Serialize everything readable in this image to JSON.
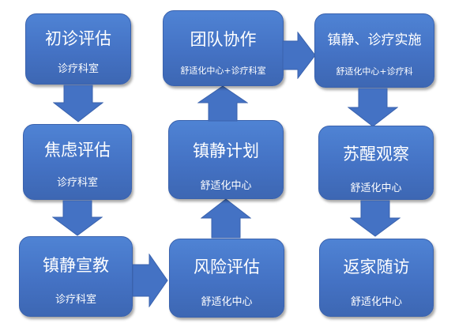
{
  "steps": {
    "initial_assessment": {
      "title": "初诊评估",
      "dept": "诊疗科室"
    },
    "anxiety_assessment": {
      "title": "焦虑评估",
      "dept": "诊疗科室"
    },
    "sedation_education": {
      "title": "镇静宣教",
      "dept": "诊疗科室"
    },
    "risk_assessment": {
      "title": "风险评估",
      "dept": "舒适化中心"
    },
    "sedation_plan": {
      "title": "镇静计划",
      "dept": "舒适化中心"
    },
    "team_collaboration": {
      "title": "团队协作",
      "dept": "舒适化中心+诊疗科室"
    },
    "sedation_treatment": {
      "title": "镇静、诊疗实施",
      "dept": "舒适化中心+诊疗科"
    },
    "recovery_observation": {
      "title": "苏醒观察",
      "dept": "舒适化中心"
    },
    "follow_up_visit": {
      "title": "返家随访",
      "dept": "舒适化中心"
    }
  },
  "colors": {
    "box_fill": "#4472c4",
    "box_border": "#3a62ad",
    "text": "#ffffff",
    "background": "#ffffff"
  }
}
